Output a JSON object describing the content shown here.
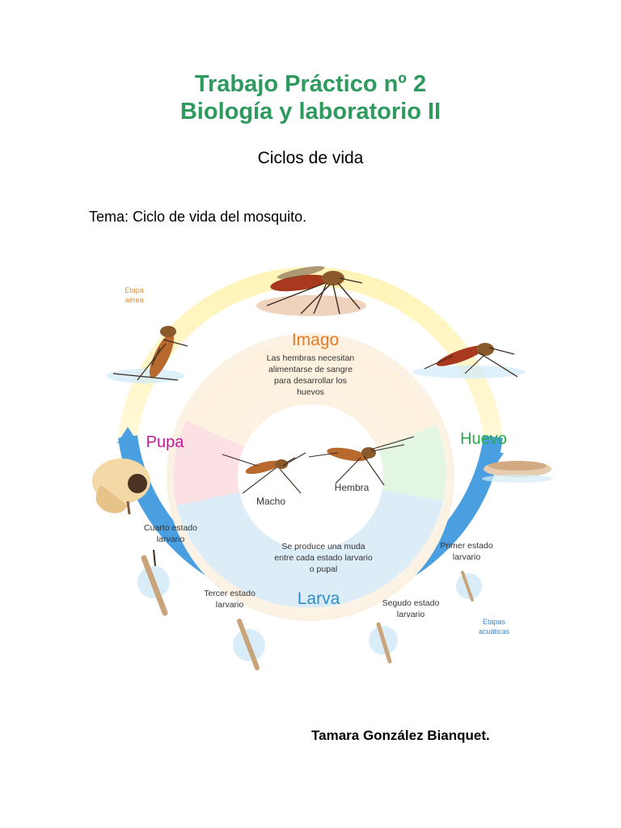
{
  "document": {
    "title_line1": "Trabajo Práctico nº 2",
    "title_line2": "Biología y laboratorio II",
    "subtitle": "Ciclos de vida",
    "topic": "Tema: Ciclo de vida del mosquito.",
    "author": "Tamara González Bianquet."
  },
  "diagram": {
    "stages": {
      "imago": "Imago",
      "huevo": "Huevo",
      "larva": "Larva",
      "pupa": "Pupa"
    },
    "imago_note": [
      "Las hembras necesitan",
      "alimentarse de sangre",
      "para desarrollar los",
      "huevos"
    ],
    "larva_note": [
      "Se produce una muda",
      "entre cada estado larvario",
      "o pupal"
    ],
    "center": {
      "male": "Macho",
      "female": "Hembra"
    },
    "instars": {
      "first": [
        "Primer estado",
        "larvario"
      ],
      "second": [
        "Segudo estado",
        "larvario"
      ],
      "third": [
        "Tercer estado",
        "larvario"
      ],
      "fourth": [
        "Cuarto estado",
        "larvario"
      ]
    },
    "aerial_stage": [
      "Etapa",
      "aérea"
    ],
    "aquatic_stages": [
      "Etapas",
      "acuáticas"
    ],
    "colors": {
      "imago": "#e87722",
      "huevo": "#2aa84a",
      "larva": "#2f8ec9",
      "pupa": "#c2199a",
      "ring_air": "#fdf3b0",
      "ring_water": "#4a9fe0"
    }
  }
}
